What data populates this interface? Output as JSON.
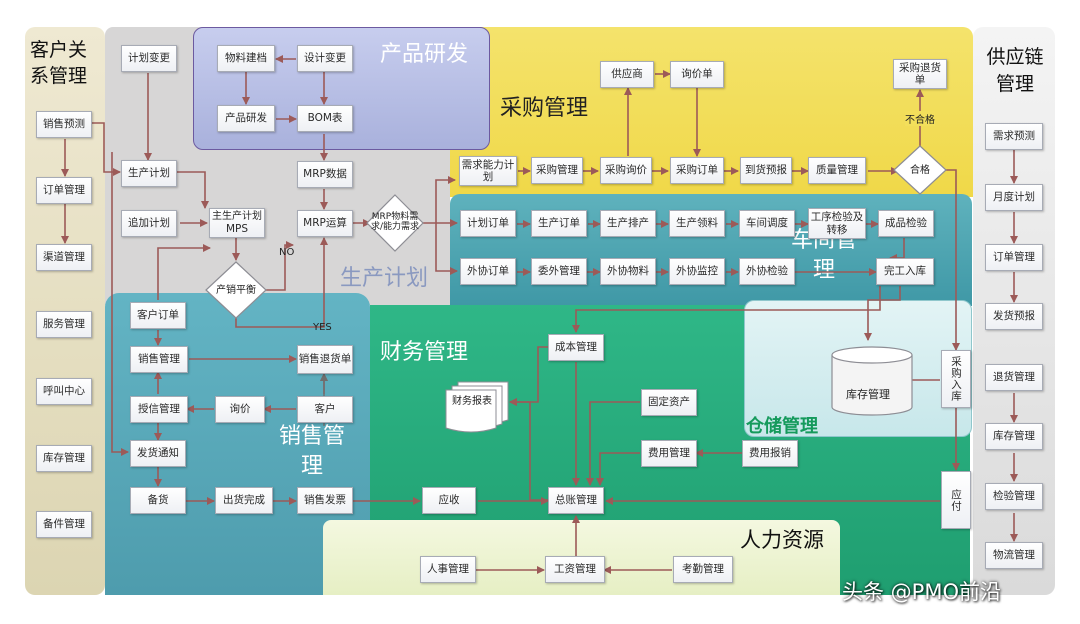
{
  "regions": {
    "crm_title": "客户关系管理",
    "scm_title": "供应链管理",
    "rd_title": "产品研发",
    "purchase_title": "采购管理",
    "workshop_title": "车间管理",
    "plan_title": "生产计划",
    "finance_title": "财务管理",
    "warehouse_title": "仓储管理",
    "sales_title": "销售管理",
    "hr_title": "人力资源"
  },
  "crm_items": [
    "销售预测",
    "订单管理",
    "渠道管理",
    "服务管理",
    "呼叫中心",
    "库存管理",
    "备件管理"
  ],
  "scm_items": [
    "需求预测",
    "月度计划",
    "订单管理",
    "发货预报",
    "退货管理",
    "库存管理",
    "检验管理",
    "物流管理"
  ],
  "rd": {
    "material_model": "物料建档",
    "design_change": "设计变更",
    "product_dev": "产品研发",
    "bom": "BOM表"
  },
  "plan": {
    "plan_change": "计划变更",
    "production_plan": "生产计划",
    "extra_plan": "追加计划",
    "master_plan": "主生产计划",
    "mps": "MPS",
    "mrp_data": "MRP数据",
    "mrp_run": "MRP运算",
    "balance": "产销平衡",
    "no": "NO",
    "yes": "YES",
    "mrp_need": "MRP物料需求/能力需求"
  },
  "purchase": {
    "capacity_plan": "需求能力计划",
    "purchase_mgmt": "采购管理",
    "purchase_inquiry": "采购询价",
    "purchase_order": "采购订单",
    "arrival_notice": "到货预报",
    "quality": "质量管理",
    "supplier": "供应商",
    "inquiry_sheet": "询价单",
    "return_sheet": "采购退货单",
    "unqualified": "不合格",
    "qualified": "合格"
  },
  "workshop": {
    "plan_order": "计划订单",
    "prod_order": "生产订单",
    "prod_schedule": "生产排产",
    "prod_material": "生产领料",
    "dispatch": "车间调度",
    "process_check": "工序检验及转移",
    "product_check": "成品检验",
    "out_order": "外协订单",
    "outsource": "委外管理",
    "out_material": "外协物料",
    "out_monitor": "外协监控",
    "out_check": "外协检验",
    "finished_in": "完工入库"
  },
  "finance": {
    "cost": "成本管理",
    "report": "财务报表",
    "fixed_asset": "固定资产",
    "expense": "费用管理",
    "expense_claim": "费用报销",
    "ledger": "总账管理",
    "receivable": "应收",
    "payable": "应付"
  },
  "warehouse": {
    "inventory": "库存管理",
    "purchase_in": "采购入库"
  },
  "sales": {
    "customer_order": "客户订单",
    "sales_mgmt": "销售管理",
    "sales_return": "销售退货单",
    "credit": "授信管理",
    "inquiry": "询价",
    "customer": "客户",
    "ship_notice": "发货通知",
    "stock_up": "备货",
    "ship_done": "出货完成",
    "invoice": "销售发票"
  },
  "hr": {
    "personnel": "人事管理",
    "payroll": "工资管理",
    "attendance": "考勤管理"
  },
  "watermark": "头条 @PMO前沿",
  "colors": {
    "crm_bg": "#e8e2c6",
    "scm_bg": "#e9e9e9",
    "plan_bg": "#d7d6d6",
    "rd_bg": "#b7bee3",
    "purchase_bg": "#f3df5b",
    "workshop_bg": "#4ea7b3",
    "finance_bg": "#28ae7f",
    "warehouse_bg": "#d4eef0",
    "sales_bg": "#5aa7b8",
    "hr_bg": "#eef4cf",
    "arrow": "#a05a5a"
  }
}
